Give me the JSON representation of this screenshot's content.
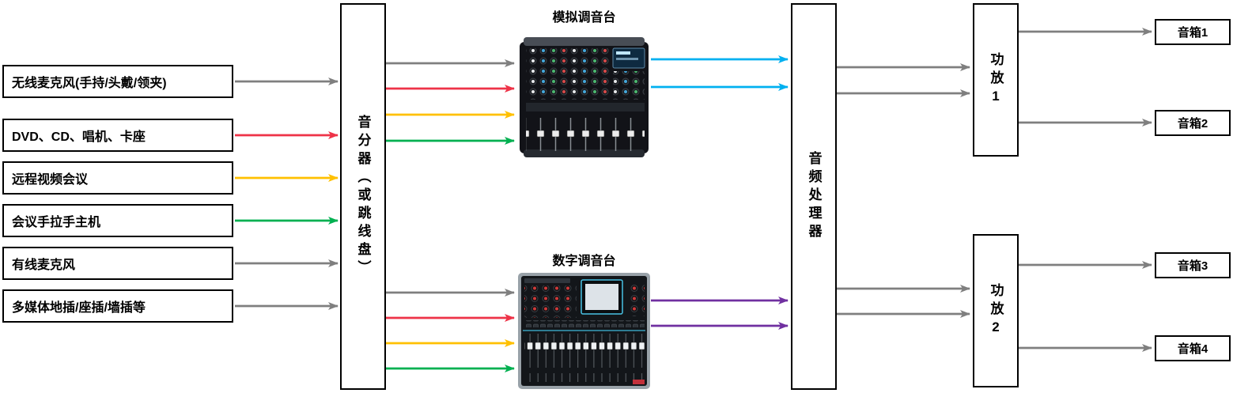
{
  "diagram": {
    "sources": [
      {
        "label": "无线麦克风(手持/头戴/领夹)"
      },
      {
        "label": "DVD、CD、唱机、卡座"
      },
      {
        "label": "远程视频会议"
      },
      {
        "label": "会议手拉手主机"
      },
      {
        "label": "有线麦克风"
      },
      {
        "label": "多媒体地插/座插/墙插等"
      }
    ],
    "splitter": {
      "label": "音分器（或跳线盘）"
    },
    "analog_mixer": {
      "title": "模拟调音台"
    },
    "digital_mixer": {
      "title": "数字调音台"
    },
    "processor": {
      "label": "音频处理器"
    },
    "amplifiers": [
      {
        "label": "功放1"
      },
      {
        "label": "功放2"
      }
    ],
    "speakers": [
      {
        "label": "音箱1"
      },
      {
        "label": "音箱2"
      },
      {
        "label": "音箱3"
      },
      {
        "label": "音箱4"
      }
    ],
    "colors": {
      "gray": "#7f7f7f",
      "red": "#ee3348",
      "gold": "#ffc000",
      "green": "#00b050",
      "blue": "#00b0f0",
      "purple": "#7030a0"
    }
  }
}
